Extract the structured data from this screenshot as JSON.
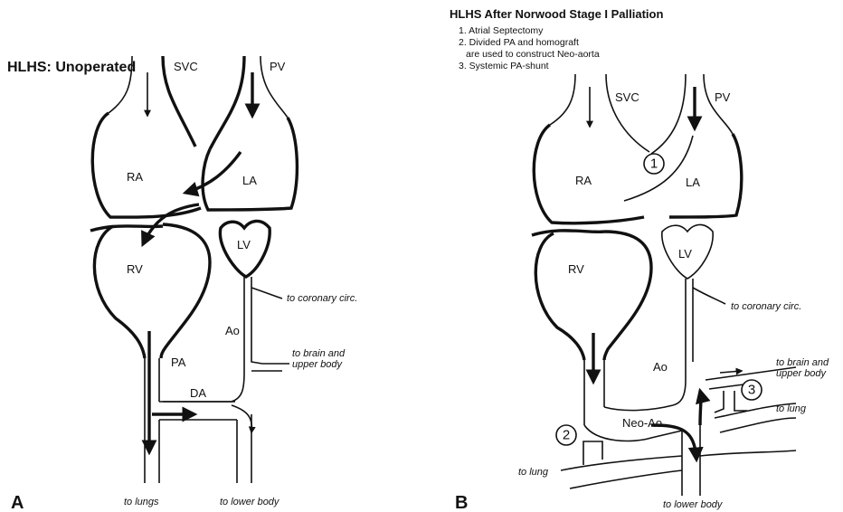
{
  "panel_a": {
    "letter": "A",
    "title": "HLHS: Unoperated",
    "labels": {
      "svc": "SVC",
      "pv": "PV",
      "ra": "RA",
      "la": "LA",
      "rv": "RV",
      "lv": "LV",
      "ao": "Ao",
      "pa": "PA",
      "da": "DA"
    },
    "destinations": {
      "coronary": "to coronary circ.",
      "brain_line1": "to brain and",
      "brain_line2": "upper body",
      "lungs": "to lungs",
      "lower_body": "to lower body"
    }
  },
  "panel_b": {
    "letter": "B",
    "title": "HLHS After Norwood Stage I Palliation",
    "steps": [
      "1. Atrial Septectomy",
      "2. Divided PA and homograft",
      "are used to construct Neo-aorta",
      "3. Systemic PA-shunt"
    ],
    "labels": {
      "svc": "SVC",
      "pv": "PV",
      "ra": "RA",
      "la": "LA",
      "rv": "RV",
      "lv": "LV",
      "ao": "Ao",
      "neo_ao": "Neo-Ao"
    },
    "destinations": {
      "coronary": "to coronary circ.",
      "brain_line1": "to brain and",
      "brain_line2": "upper body",
      "lung_right": "to lung",
      "lung_left": "to lung",
      "lower_body": "to lower body"
    },
    "markers": [
      "1",
      "2",
      "3"
    ]
  }
}
